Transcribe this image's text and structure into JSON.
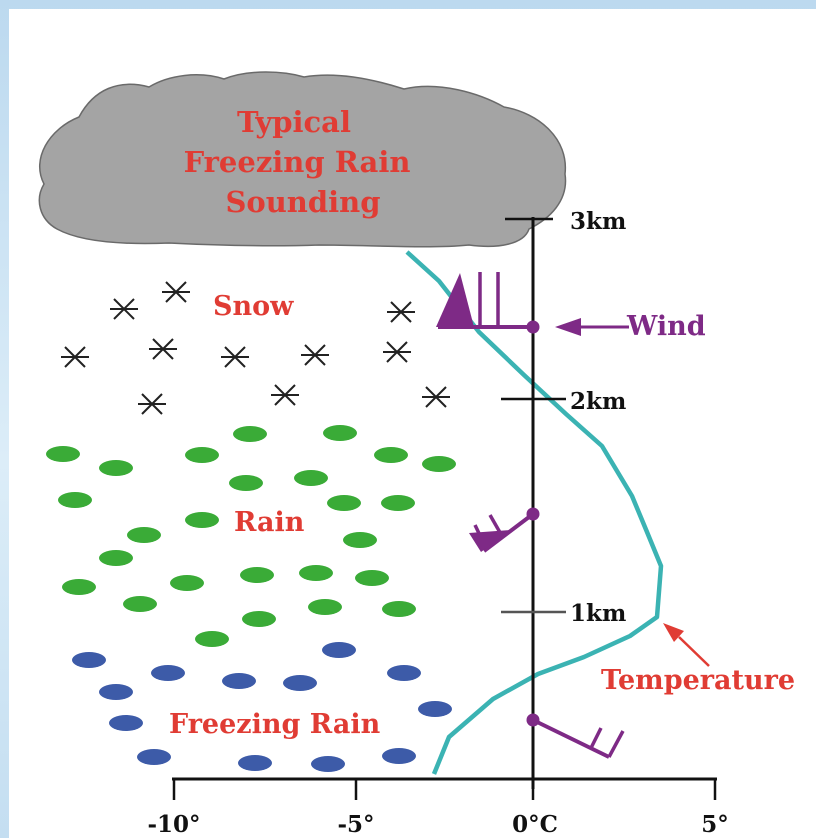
{
  "title_lines": [
    "Typical",
    "Freezing Rain",
    "Sounding"
  ],
  "precip_labels": {
    "snow": "Snow",
    "rain": "Rain",
    "freezing_rain": "Freezing Rain"
  },
  "height_labels": {
    "h1": "1km",
    "h2": "2km",
    "h3": "3km"
  },
  "x_ticks": [
    "-10°",
    "-5°",
    "0°C",
    "5°"
  ],
  "annotations": {
    "wind": "Wind",
    "temperature": "Temperature"
  },
  "colors": {
    "cloud": "#a4a4a4",
    "temperature_line": "#3bb3b3",
    "wind": "#7e2a86",
    "rain": "#3aab37",
    "freezing_rain": "#3d5ba8",
    "label_red": "#e03c34",
    "snow": "#222222"
  },
  "icons": [
    "cloud-icon",
    "snowflake-icon",
    "raindrop-icon",
    "wind-barb-icon",
    "arrow-icon"
  ]
}
